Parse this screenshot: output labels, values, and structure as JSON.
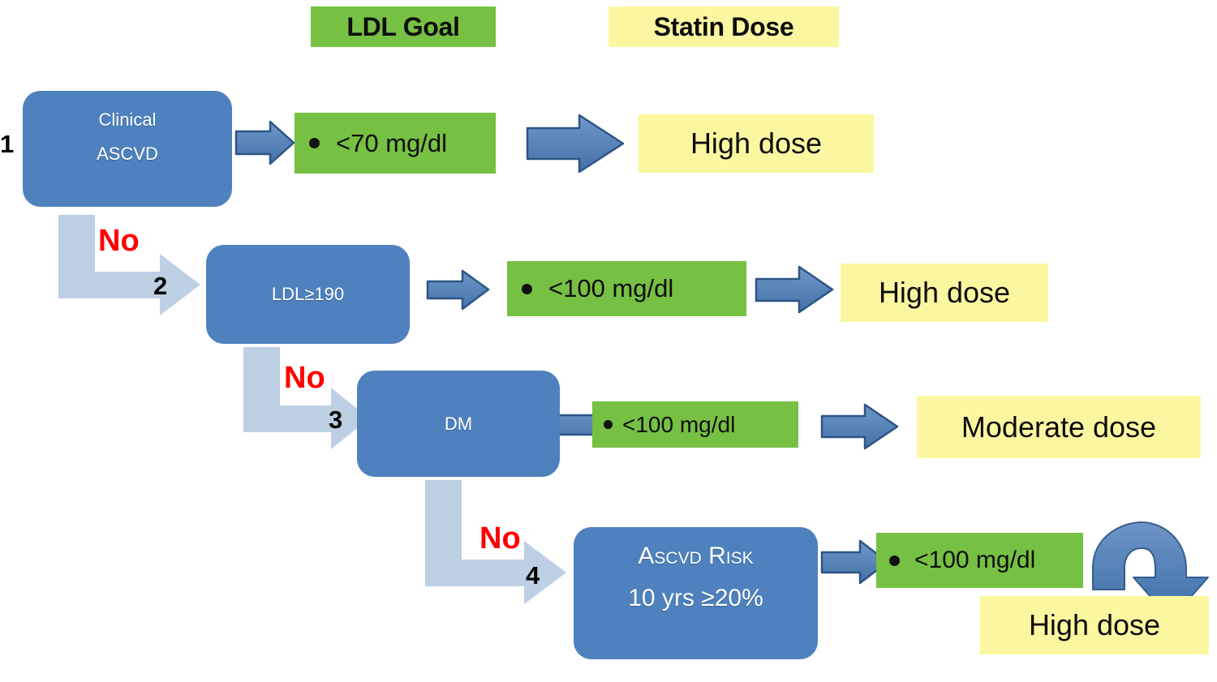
{
  "title": "ASCVD statin therapy decision flowchart",
  "colors": {
    "decision_blue": "#4e81bd",
    "goal_green": "#76c043",
    "dose_yellow": "#fbf7a0",
    "elbow_arrow_blue": "#bdcfe3",
    "arrow_blue": "#4e81bd",
    "no_red": "#ff0000"
  },
  "header": {
    "ldl_goal": "LDL Goal",
    "statin_dose": "Statin Dose"
  },
  "rows": [
    {
      "step": "1",
      "condition_line1": "Clinical",
      "condition_line2": "ASCVD",
      "goal": "<70 mg/dl",
      "dose": "High dose",
      "no_label": "No"
    },
    {
      "step": "2",
      "condition_line1": "LDL≥190",
      "condition_line2": "",
      "goal": "<100 mg/dl",
      "dose": "High dose",
      "no_label": "No"
    },
    {
      "step": "3",
      "condition_line1": "DM",
      "condition_line2": "",
      "goal": "<100 mg/dl",
      "dose": "Moderate dose",
      "no_label": "No"
    },
    {
      "step": "4",
      "condition_line1": "Ascvd Risk",
      "condition_line2": "10 yrs  ≥20%",
      "goal": "<100 mg/dl",
      "dose": "High dose",
      "no_label": "No"
    }
  ]
}
